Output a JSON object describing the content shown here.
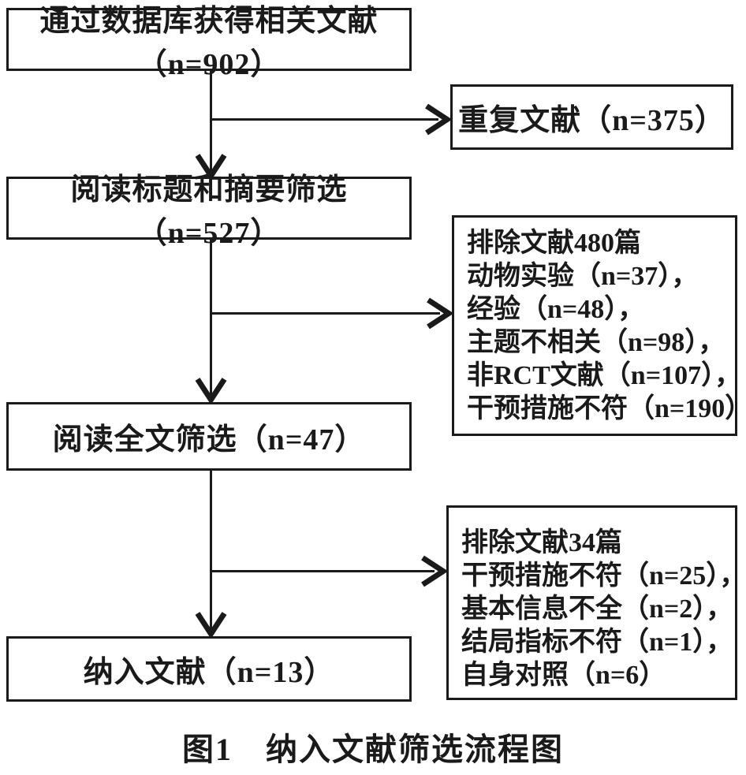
{
  "figure": {
    "background": "#ffffff",
    "text_color": "#1a1a1a",
    "line_color": "#1a1a1a",
    "caption": "图1　纳入文献筛选流程图",
    "main_flow": [
      {
        "label": "通过数据库获得相关文献（n=902）"
      },
      {
        "label": "阅读标题和摘要筛选（n=527）"
      },
      {
        "label": "阅读全文筛选（n=47）"
      },
      {
        "label": "纳入文献（n=13）"
      }
    ],
    "duplicate_box": {
      "label": "重复文献（n=375）"
    },
    "exclusion_boxes": [
      {
        "lines": [
          "排除文献480篇",
          "动物实验（n=37），",
          "经验（n=48），",
          "主题不相关（n=98），",
          "非RCT文献（n=107），",
          "干预措施不符（n=190）"
        ]
      },
      {
        "lines": [
          "排除文献34篇",
          "干预措施不符（n=25），",
          "基本信息不全（n=2），",
          "结局指标不符（n=1），",
          "自身对照（n=6）"
        ]
      }
    ]
  }
}
